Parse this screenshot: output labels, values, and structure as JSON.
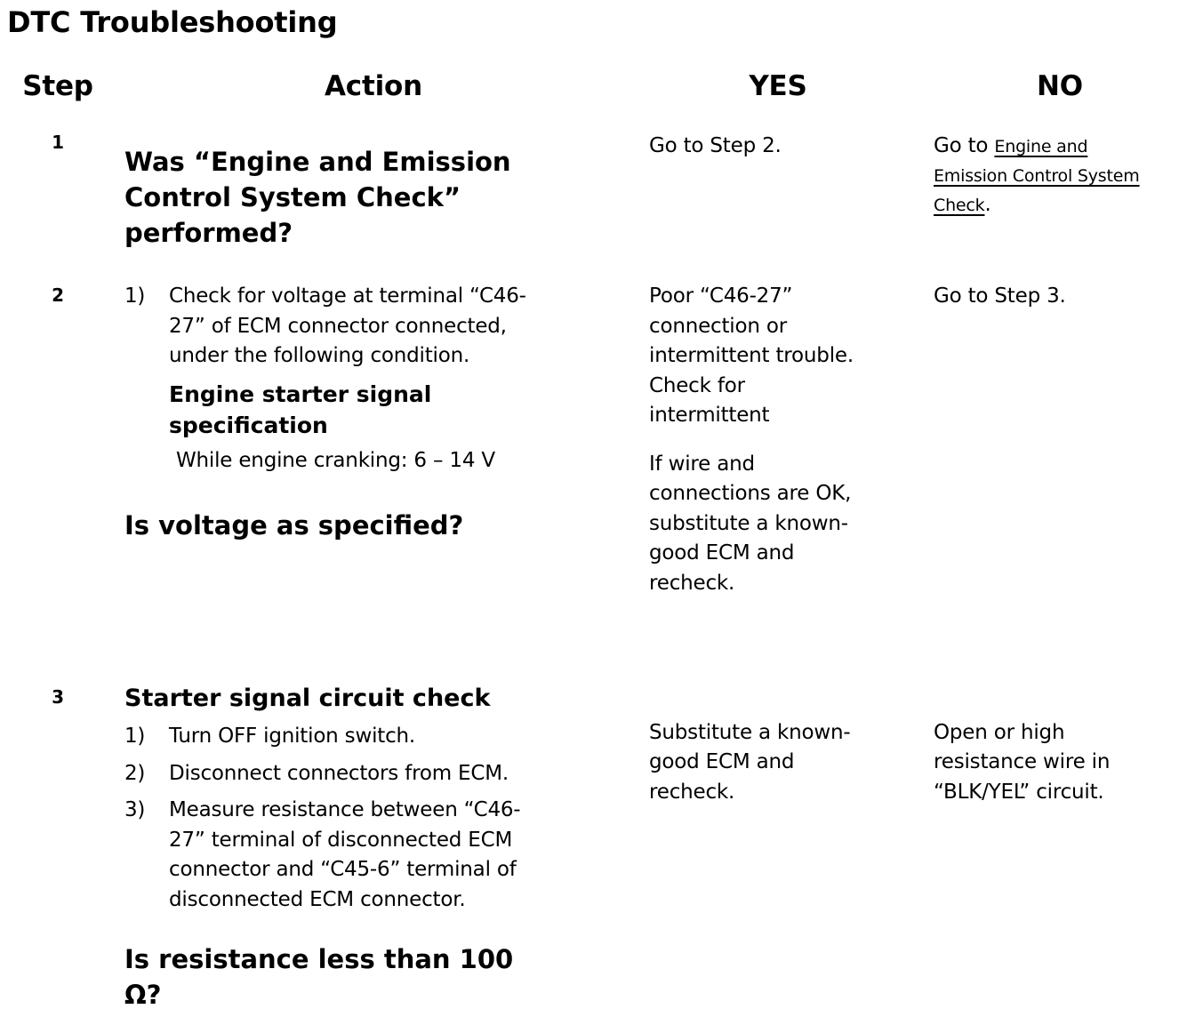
{
  "title": "DTC Troubleshooting",
  "columns": {
    "step": "Step",
    "action": "Action",
    "yes": "YES",
    "no": "NO"
  },
  "rows": [
    {
      "step": "1",
      "question": "Was “Engine and Emission\nControl System Check”\nperformed?",
      "yes": "Go to Step 2.",
      "no_prefix": "Go to ",
      "no_link": "Engine and\nEmission Control System\nCheck",
      "no_suffix": "."
    },
    {
      "step": "2",
      "list": [
        {
          "num": "1)",
          "text": "Check for voltage at terminal “C46-\n27” of ECM connector connected,\nunder the following condition."
        }
      ],
      "spec_heading": "Engine starter signal\nspecification",
      "spec_value": "While engine cranking: 6 – 14 V",
      "question": "Is voltage as specified?",
      "yes_paragraphs": [
        "Poor “C46-27”\nconnection or\nintermittent trouble.\nCheck for\nintermittent",
        "If wire and\nconnections are OK,\nsubstitute a known-\ngood ECM and\nrecheck."
      ],
      "no": "Go to Step 3."
    },
    {
      "step": "3",
      "heading": "Starter signal circuit check",
      "list": [
        {
          "num": "1)",
          "text": "Turn OFF ignition switch."
        },
        {
          "num": "2)",
          "text": "Disconnect connectors from ECM."
        },
        {
          "num": "3)",
          "text": "Measure resistance between “C46-\n27” terminal of disconnected ECM\nconnector and “C45-6” terminal of\ndisconnected ECM connector."
        }
      ],
      "question": "Is resistance less than 100\nΩ?",
      "yes": "Substitute a known-\ngood ECM and\nrecheck.",
      "no": "Open or high\nresistance wire in\n“BLK/YEL” circuit."
    }
  ]
}
